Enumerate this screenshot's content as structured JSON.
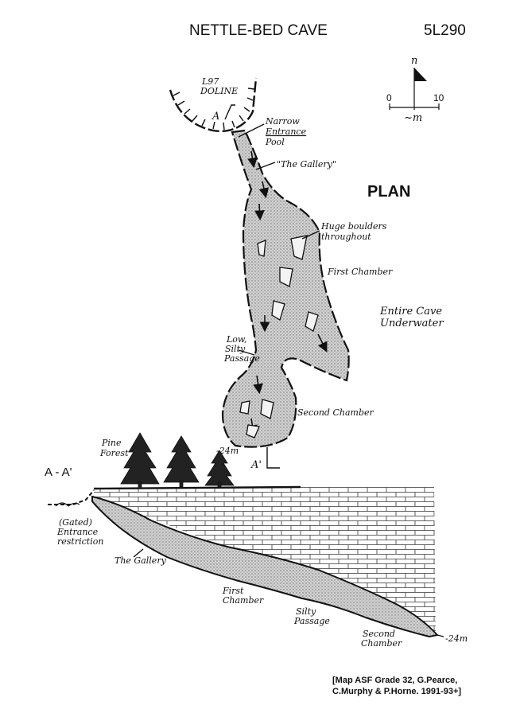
{
  "title": "NETTLE-BED CAVE",
  "cave_number": "5L290",
  "plan_heading": "PLAN",
  "section_heading": "A - A'",
  "scale": {
    "north": "n",
    "zero": "0",
    "ten": "10",
    "unit": "~m"
  },
  "plan_labels": {
    "doline_line1": "L97",
    "doline_line2": "DOLINE",
    "marker_a": "A",
    "marker_a_prime": "A'",
    "narrow_line1": "Narrow",
    "narrow_line2": "Entrance",
    "narrow_line3": "Pool",
    "gallery": "\"The Gallery\"",
    "boulders_line1": "Huge boulders",
    "boulders_line2": "throughout",
    "first_chamber": "First Chamber",
    "underwater_line1": "Entire Cave",
    "underwater_line2": "Underwater",
    "low_line1": "Low,",
    "low_line2": "Silty",
    "low_line3": "Passage",
    "second_chamber": "Second Chamber",
    "depth": "-24m"
  },
  "section_labels": {
    "pine_line1": "Pine",
    "pine_line2": "Forest",
    "gated_line1": "(Gated)",
    "gated_line2": "Entrance",
    "gated_line3": "restriction",
    "gallery": "The Gallery",
    "first_line1": "First",
    "first_line2": "Chamber",
    "silty_line1": "Silty",
    "silty_line2": "Passage",
    "second_line1": "Second",
    "second_line2": "Chamber",
    "depth": "-24m"
  },
  "credit_line1": "[Map ASF Grade 32, G.Pearce,",
  "credit_line2": "C.Murphy & P.Horne. 1991-93+]"
}
